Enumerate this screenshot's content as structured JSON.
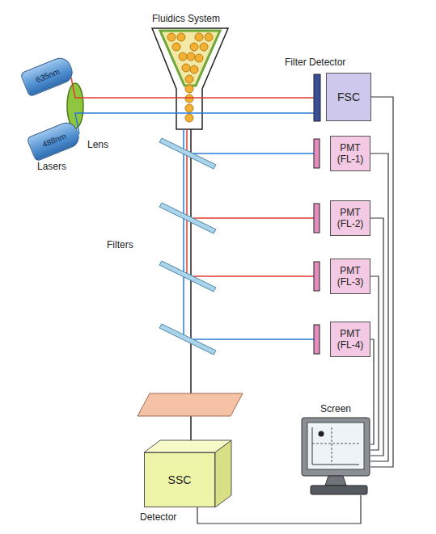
{
  "diagram": {
    "nodes": [
      {
        "text": [
          "635nm"
        ]
      },
      {
        "text": [
          "488nm"
        ]
      },
      {
        "text": [
          "FSC"
        ]
      },
      {
        "text": [
          "PMT (FL-1)"
        ]
      },
      {
        "text": [
          "PMT (FL-2)"
        ]
      },
      {
        "text": [
          "PMT (FL-3)"
        ]
      },
      {
        "text": [
          "PMT (FL-4)"
        ]
      },
      {
        "text": [
          "Screen"
        ]
      },
      {
        "text": [
          "SSC",
          "Detector"
        ]
      }
    ],
    "edges": [
      {
        "from": 2,
        "to": 7,
        "arrow": "none"
      },
      {
        "from": 3,
        "to": 7,
        "arrow": "none"
      },
      {
        "from": 4,
        "to": 7,
        "arrow": "none"
      },
      {
        "from": 5,
        "to": 7,
        "arrow": "none"
      },
      {
        "from": 6,
        "to": 7,
        "arrow": "none"
      },
      {
        "from": 8,
        "to": 7,
        "arrow": "none"
      }
    ],
    "labels": [
      "Fluidics System",
      "Filter Detector",
      "Lens",
      "Lasers",
      "Filters"
    ]
  }
}
